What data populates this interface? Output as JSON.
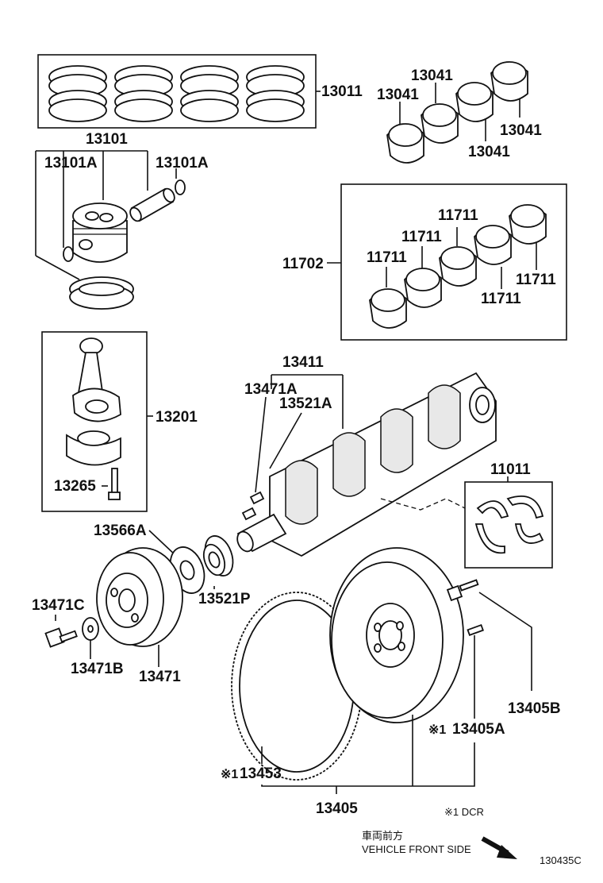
{
  "parts": {
    "p13011": "13011",
    "p13101": "13101",
    "p13101A_left": "13101A",
    "p13101A_right": "13101A",
    "p13041_a": "13041",
    "p13041_b": "13041",
    "p13041_c": "13041",
    "p13041_d": "13041",
    "p11702": "11702",
    "p11711_a": "11711",
    "p11711_b": "11711",
    "p11711_c": "11711",
    "p11711_d": "11711",
    "p11711_e": "11711",
    "p13201": "13201",
    "p13265": "13265",
    "p13411": "13411",
    "p13471A": "13471A",
    "p13521A": "13521A",
    "p11011": "11011",
    "p13566A": "13566A",
    "p13521P": "13521P",
    "p13471C": "13471C",
    "p13471B": "13471B",
    "p13471": "13471",
    "p13405B": "13405B",
    "p13405A": "13405A",
    "p13453": "13453",
    "p13405": "13405"
  },
  "notes": {
    "mark_13405A": "※1",
    "mark_13453": "※1",
    "dcr_note": "※1 DCR",
    "front_jp": "車両前方",
    "front_en": "VEHICLE FRONT SIDE",
    "diagram_code": "130435C"
  }
}
